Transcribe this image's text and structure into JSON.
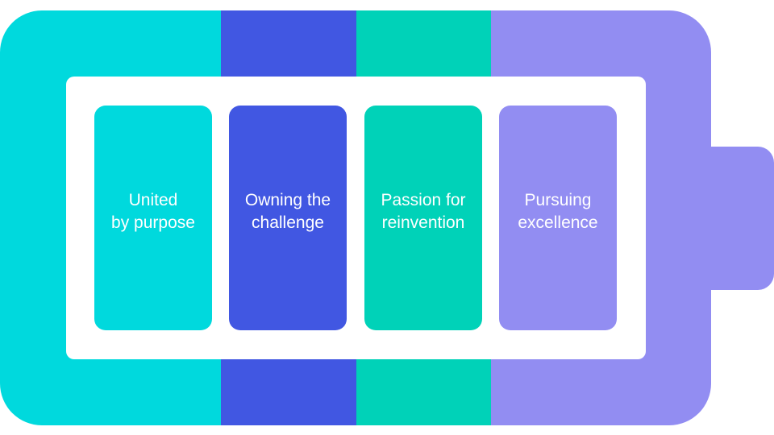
{
  "colors": {
    "cyan": "#00d9dd",
    "blue": "#4157e2",
    "teal": "#00d2b8",
    "lavender": "#928df2"
  },
  "cells": [
    {
      "line1": "United",
      "line2": "by purpose"
    },
    {
      "line1": "Owning the",
      "line2": "challenge"
    },
    {
      "line1": "Passion for",
      "line2": "reinvention"
    },
    {
      "line1": "Pursuing",
      "line2": "excellence"
    }
  ]
}
